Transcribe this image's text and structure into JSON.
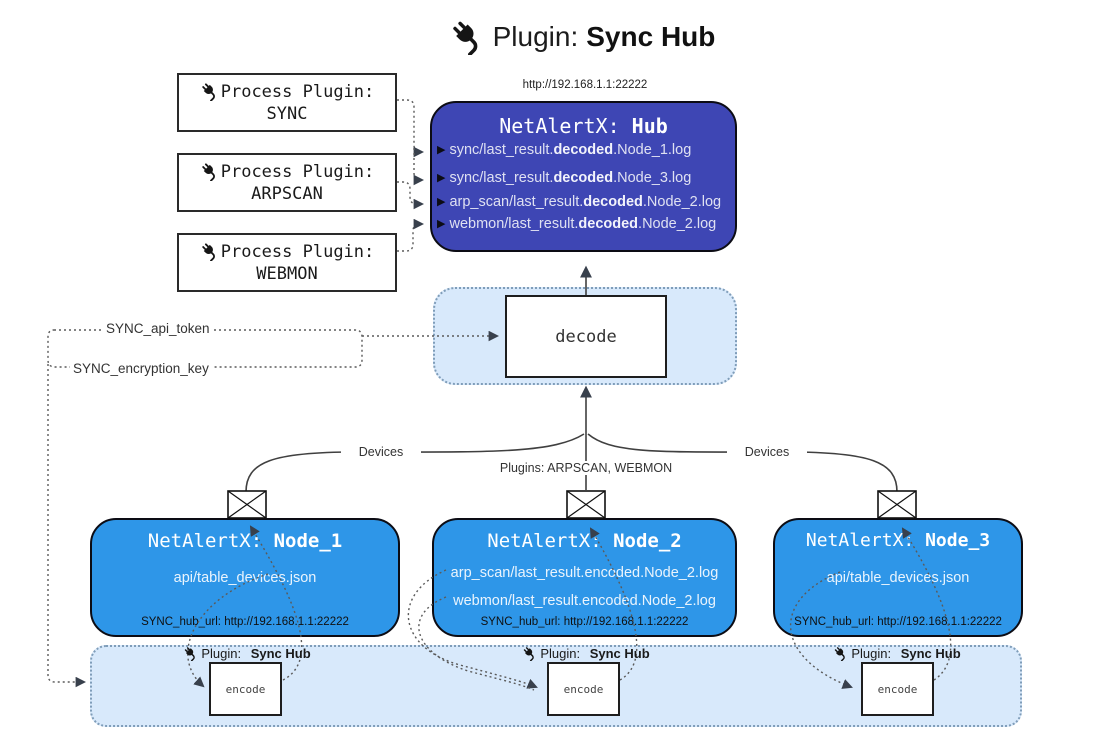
{
  "title": {
    "prefix": "Plugin:",
    "name": "Sync Hub"
  },
  "hub": {
    "url": "http://192.168.1.1:22222",
    "title_prefix": "NetAlertX: ",
    "title_name": "Hub",
    "lines": [
      {
        "pre": "sync/last_result.",
        "bold": "decoded",
        "post": ".Node_1.log"
      },
      {
        "pre": "sync/last_result.",
        "bold": "decoded",
        "post": ".Node_3.log"
      },
      {
        "pre": "arp_scan/last_result.",
        "bold": "decoded",
        "post": ".Node_2.log"
      },
      {
        "pre": "webmon/last_result.",
        "bold": "decoded",
        "post": ".Node_2.log"
      }
    ]
  },
  "process_plugins": [
    {
      "label": "Process Plugin:",
      "name": "SYNC"
    },
    {
      "label": "Process Plugin:",
      "name": "ARPSCAN"
    },
    {
      "label": "Process Plugin:",
      "name": "WEBMON"
    }
  ],
  "decode": {
    "label": "decode"
  },
  "settings": {
    "api_token": "SYNC_api_token",
    "encryption_key": "SYNC_encryption_key"
  },
  "edges": {
    "devices_left": "Devices",
    "devices_right": "Devices",
    "plugins_mid": "Plugins: ARPSCAN, WEBMON"
  },
  "nodes": [
    {
      "title_prefix": "NetAlertX: ",
      "title_name": "Node_1",
      "files": [
        "api/table_devices.json"
      ],
      "footer": "SYNC_hub_url: http://192.168.1.1:22222"
    },
    {
      "title_prefix": "NetAlertX: ",
      "title_name": "Node_2",
      "files": [
        "arp_scan/last_result.encoded.Node_2.log",
        "webmon/last_result.encoded.Node_2.log"
      ],
      "footer": "SYNC_hub_url: http://192.168.1.1:22222"
    },
    {
      "title_prefix": "NetAlertX: ",
      "title_name": "Node_3",
      "files": [
        "api/table_devices.json"
      ],
      "footer": "SYNC_hub_url: http://192.168.1.1:22222"
    }
  ],
  "encode": {
    "plugin_prefix": "Plugin:",
    "plugin_name": "Sync Hub",
    "label": "encode"
  },
  "colors": {
    "hub_fill": "#3e46b4",
    "node_fill": "#2e96e8",
    "panel_fill": "#d8e9fb",
    "panel_border": "#7f9db9",
    "line": "#404040",
    "dotted": "#5a5a5a"
  }
}
